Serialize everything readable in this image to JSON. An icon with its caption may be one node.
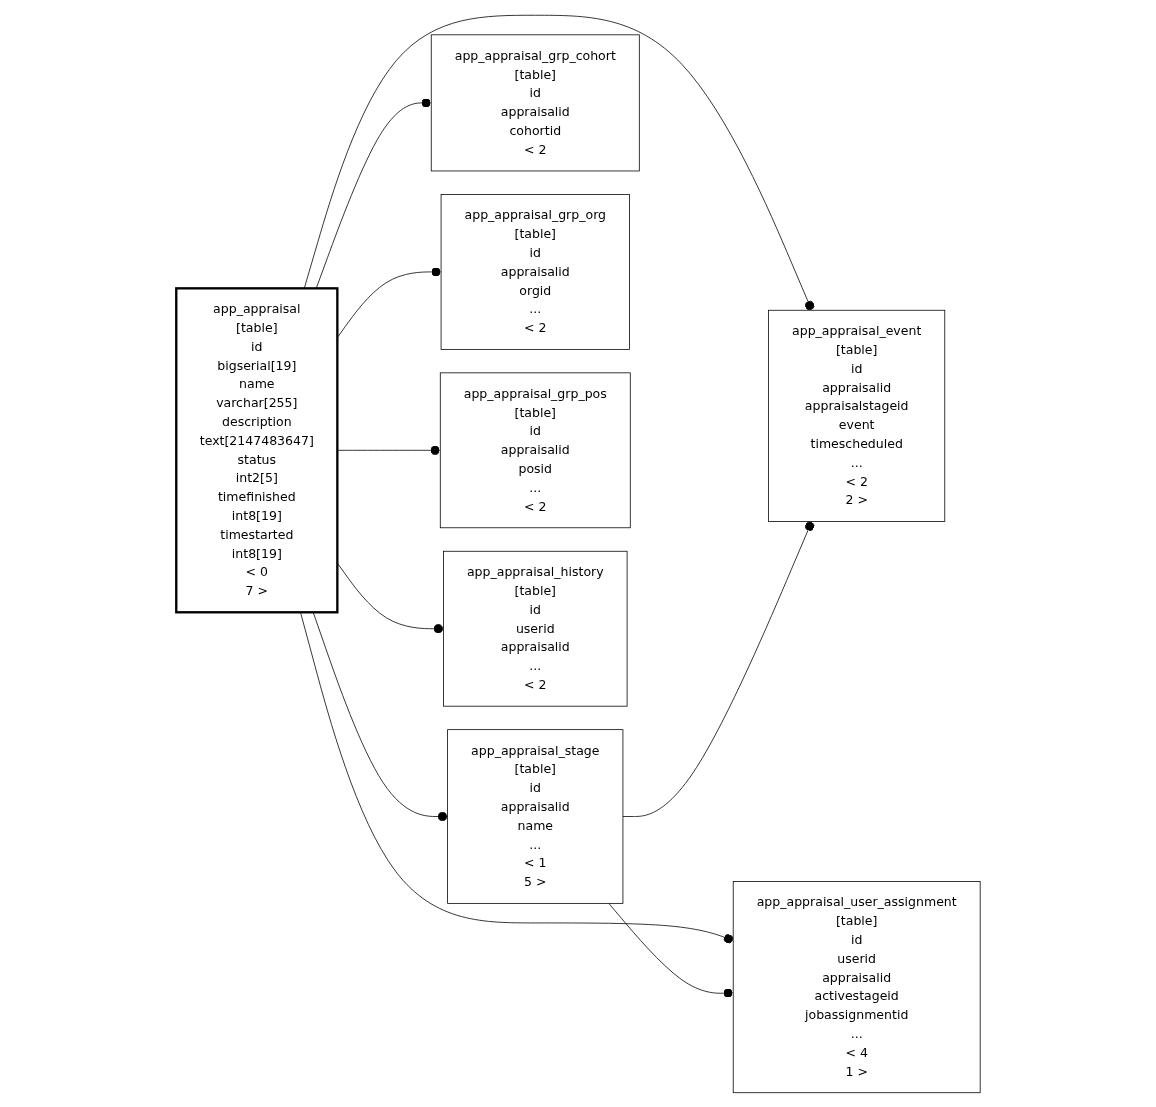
{
  "diagram": {
    "nodes": [
      {
        "text": [
          "app_appraisal",
          "[table]",
          "id",
          "bigserial[19]",
          "name",
          "varchar[255]",
          "description",
          "text[2147483647]",
          "status",
          "int2[5]",
          "timefinished",
          "int8[19]",
          "timestarted",
          "int8[19]",
          "< 0",
          "7 >"
        ]
      },
      {
        "text": [
          "app_appraisal_stage",
          "[table]",
          "id",
          "appraisalid",
          "name",
          "...",
          "< 1",
          "5 >"
        ]
      },
      {
        "text": [
          "app_appraisal_grp_cohort",
          "[table]",
          "id",
          "appraisalid",
          "cohortid",
          "< 2"
        ]
      },
      {
        "text": [
          "app_appraisal_grp_org",
          "[table]",
          "id",
          "appraisalid",
          "orgid",
          "...",
          "< 2"
        ]
      },
      {
        "text": [
          "app_appraisal_grp_pos",
          "[table]",
          "id",
          "appraisalid",
          "posid",
          "...",
          "< 2"
        ]
      },
      {
        "text": [
          "app_appraisal_history",
          "[table]",
          "id",
          "userid",
          "appraisalid",
          "...",
          "< 2"
        ]
      },
      {
        "text": [
          "app_appraisal_event",
          "[table]",
          "id",
          "appraisalid",
          "appraisalstageid",
          "event",
          "timescheduled",
          "...",
          "< 2",
          "2 >"
        ]
      },
      {
        "text": [
          "app_appraisal_user_assignment",
          "[table]",
          "id",
          "userid",
          "appraisalid",
          "activestageid",
          "jobassignmentid",
          "...",
          "< 4",
          "1 >"
        ]
      }
    ],
    "edges": [
      {
        "from": 0,
        "to": 1,
        "arrow": "other"
      },
      {
        "from": 0,
        "to": 2,
        "arrow": "other"
      },
      {
        "from": 0,
        "to": 3,
        "arrow": "other"
      },
      {
        "from": 0,
        "to": 4,
        "arrow": "other"
      },
      {
        "from": 0,
        "to": 5,
        "arrow": "other"
      },
      {
        "from": 0,
        "to": 6,
        "arrow": "other"
      },
      {
        "from": 0,
        "to": 7,
        "arrow": "other"
      },
      {
        "from": 1,
        "to": 6,
        "arrow": "other"
      },
      {
        "from": 1,
        "to": 7,
        "arrow": "other"
      }
    ]
  }
}
